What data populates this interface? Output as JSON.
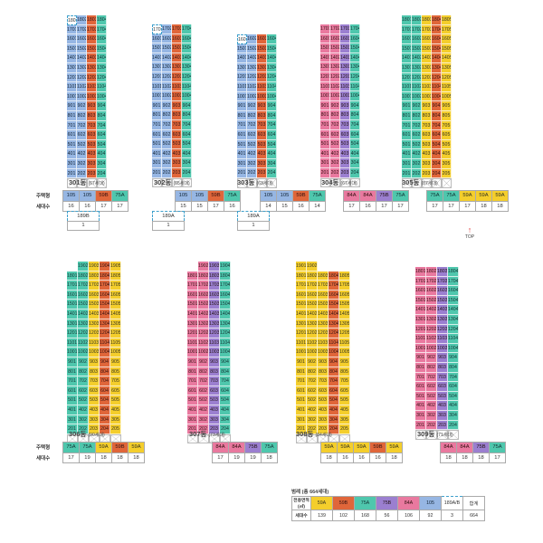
{
  "buildings": [
    {
      "id": "301",
      "label": "301동",
      "count": "(67세대)",
      "cols": 4,
      "rows": [
        [
          "1801",
          "1802",
          "1803",
          "1804"
        ],
        [
          "1701",
          "1702",
          "1703",
          "1704"
        ],
        [
          "1601",
          "1602",
          "1603",
          "1604"
        ],
        [
          "1501",
          "1502",
          "1503",
          "1504"
        ],
        [
          "1401",
          "1402",
          "1403",
          "1404"
        ],
        [
          "1301",
          "1302",
          "1303",
          "1304"
        ],
        [
          "1201",
          "1202",
          "1203",
          "1204"
        ],
        [
          "1101",
          "1102",
          "1103",
          "1104"
        ],
        [
          "1001",
          "1002",
          "1003",
          "1004"
        ],
        [
          "901",
          "902",
          "903",
          "904"
        ],
        [
          "801",
          "802",
          "803",
          "804"
        ],
        [
          "701",
          "702",
          "703",
          "704"
        ],
        [
          "601",
          "602",
          "603",
          "604"
        ],
        [
          "501",
          "502",
          "503",
          "504"
        ],
        [
          "401",
          "402",
          "403",
          "404"
        ],
        [
          "301",
          "302",
          "303",
          "304"
        ],
        [
          "201",
          "202",
          "203",
          "204"
        ],
        [
          "",
          "",
          "",
          ""
        ]
      ],
      "types": [
        "105",
        "105",
        "59B",
        "75A"
      ],
      "topCols": [
        [
          0,
          "189A"
        ],
        [
          2,
          "59B"
        ],
        [
          3,
          "75A"
        ]
      ],
      "bottomX": [
        0,
        1,
        2,
        3
      ],
      "table": {
        "header": "주택형",
        "typesLabel": [
          "105",
          "105",
          "59B",
          "75A"
        ],
        "rowLabel": "세대수",
        "counts": [
          "16",
          "16",
          "17",
          "17"
        ]
      },
      "sub": {
        "type": "189B",
        "count": "1"
      }
    },
    {
      "id": "302",
      "label": "302동",
      "count": "(65세대)"
    },
    {
      "id": "303",
      "label": "303동",
      "count": "(63세대)"
    },
    {
      "id": "304",
      "label": "304동",
      "count": "(67세대)"
    },
    {
      "id": "305",
      "label": "305동",
      "count": "(87세대)"
    },
    {
      "id": "306",
      "label": "306동",
      "count": "(90세대)"
    },
    {
      "id": "307",
      "label": "307동",
      "count": "(73세대)"
    },
    {
      "id": "308",
      "label": "308동",
      "count": "(84세대)"
    },
    {
      "id": "309",
      "label": "309동",
      "count": "(71세대)"
    }
  ],
  "tables": {
    "301": {
      "header": "주택형",
      "types": [
        "105",
        "105",
        "59B",
        "75A"
      ],
      "rowLabel": "세대수",
      "counts": [
        "16",
        "16",
        "17",
        "17"
      ],
      "subType": "189B",
      "subCount": "1"
    },
    "302": {
      "header": "",
      "types": [
        "105",
        "105",
        "59B",
        "75A"
      ],
      "rowLabel": "",
      "counts": [
        "15",
        "15",
        "17",
        "16"
      ],
      "subType": "189A",
      "subCount": "1"
    },
    "303": {
      "header": "",
      "types": [
        "105",
        "105",
        "59B",
        "75A"
      ],
      "rowLabel": "",
      "counts": [
        "14",
        "15",
        "16",
        "14"
      ],
      "subType": "189A",
      "subCount": "1"
    },
    "304": {
      "header": "",
      "types": [
        "84A",
        "84A",
        "75B",
        "75A"
      ],
      "rowLabel": "",
      "counts": [
        "17",
        "16",
        "17",
        "17"
      ]
    },
    "305": {
      "header": "",
      "types": [
        "75A",
        "75A",
        "59A",
        "59A",
        "59A"
      ],
      "rowLabel": "",
      "counts": [
        "17",
        "17",
        "17",
        "18",
        "18"
      ]
    },
    "306": {
      "header": "주택형",
      "types": [
        "75A",
        "75A",
        "59A",
        "59B",
        "59A"
      ],
      "rowLabel": "세대수",
      "counts": [
        "17",
        "19",
        "18",
        "18",
        "18"
      ]
    },
    "307": {
      "header": "",
      "types": [
        "84A",
        "84A",
        "75B",
        "75A"
      ],
      "rowLabel": "",
      "counts": [
        "17",
        "19",
        "19",
        "18"
      ]
    },
    "308": {
      "header": "",
      "types": [
        "59A",
        "59A",
        "59A",
        "59B",
        "59A"
      ],
      "rowLabel": "",
      "counts": [
        "18",
        "16",
        "16",
        "16",
        "18"
      ]
    },
    "309": {
      "header": "",
      "types": [
        "84A",
        "84A",
        "75B",
        "75A"
      ],
      "rowLabel": "",
      "counts": [
        "18",
        "18",
        "18",
        "17"
      ]
    }
  },
  "topButton": {
    "label": "TOP"
  },
  "legend": {
    "title": "범례 (총 664세대)",
    "areaLabel": "전용면적 (㎡)",
    "countLabel": "세대수",
    "types": [
      "59A",
      "59B",
      "75A",
      "75B",
      "84A",
      "105",
      "189A/B",
      "합계"
    ],
    "counts": [
      "139",
      "102",
      "168",
      "56",
      "106",
      "92",
      "3",
      "664"
    ]
  },
  "colors": {
    "105": "#96b6e3",
    "84A": "#e9799f",
    "59A": "#f4ce2c",
    "59B": "#e0663a",
    "75A": "#4fc7ad",
    "75B": "#9b7fd0",
    "189A": "#3fa0cc"
  }
}
